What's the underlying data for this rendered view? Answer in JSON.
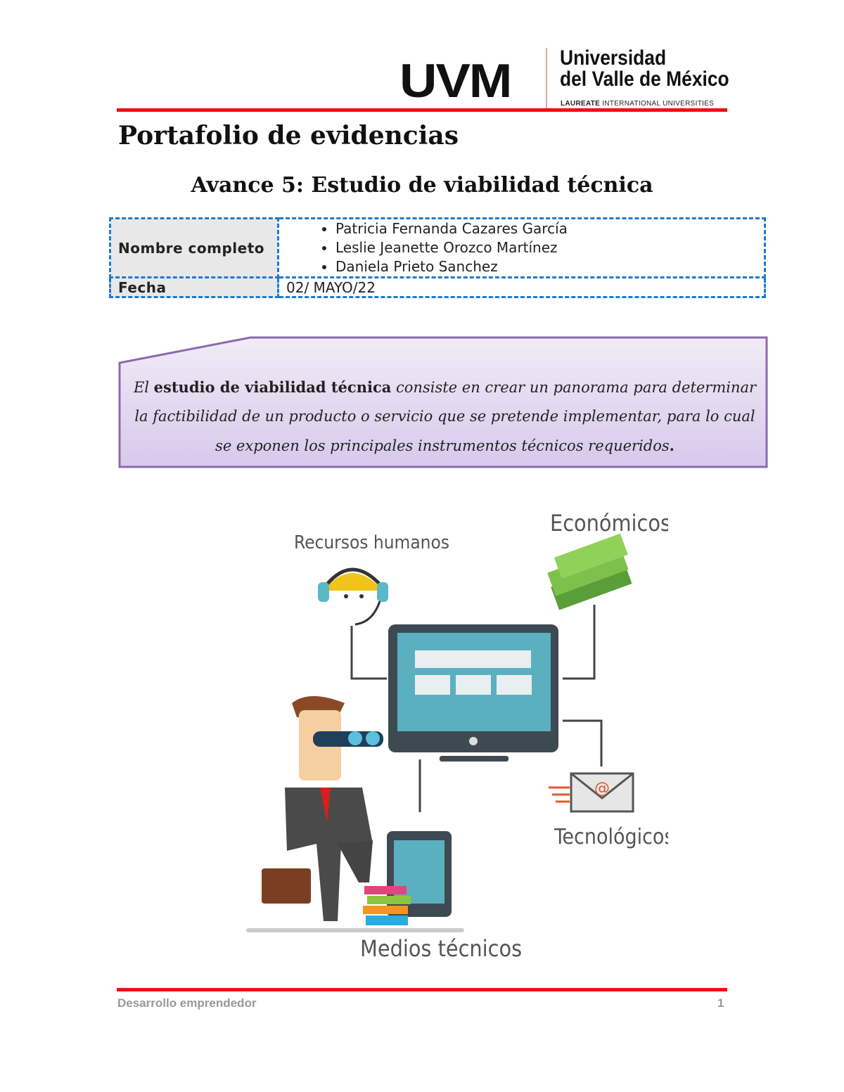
{
  "header": {
    "logo": {
      "mark": "UVM",
      "name_line1": "Universidad",
      "name_line2": "del Valle de México",
      "tagline_bold": "LAUREATE",
      "tagline": "INTERNATIONAL UNIVERSITIES"
    },
    "brand_color": "#ee1111"
  },
  "title": "Portafolio de evidencias",
  "subtitle": "Avance 5: Estudio de viabilidad técnica",
  "info_table": {
    "name_label": "Nombre completo",
    "names": [
      "Patricia Fernanda Cazares García",
      "Leslie Jeanette Orozco Martínez",
      "Daniela Prieto Sanchez"
    ],
    "date_label": "Fecha",
    "date_value": "02/ MAYO/22"
  },
  "callout": {
    "p1": "El ",
    "bold": "estudio de viabilidad técnica",
    "p2": " consiste en crear un panorama para determinar la factibilidad de un producto o servicio que se pretende implementar, para lo cual se exponen los principales instrumentos técnicos requeridos",
    "end": "."
  },
  "illustration": {
    "labels": {
      "human": "Recursos humanos",
      "economic": "Económicos",
      "tech": "Tecnológicos",
      "media": "Medios técnicos"
    }
  },
  "footer": {
    "course": "Desarrollo emprendedor",
    "page": "1"
  }
}
